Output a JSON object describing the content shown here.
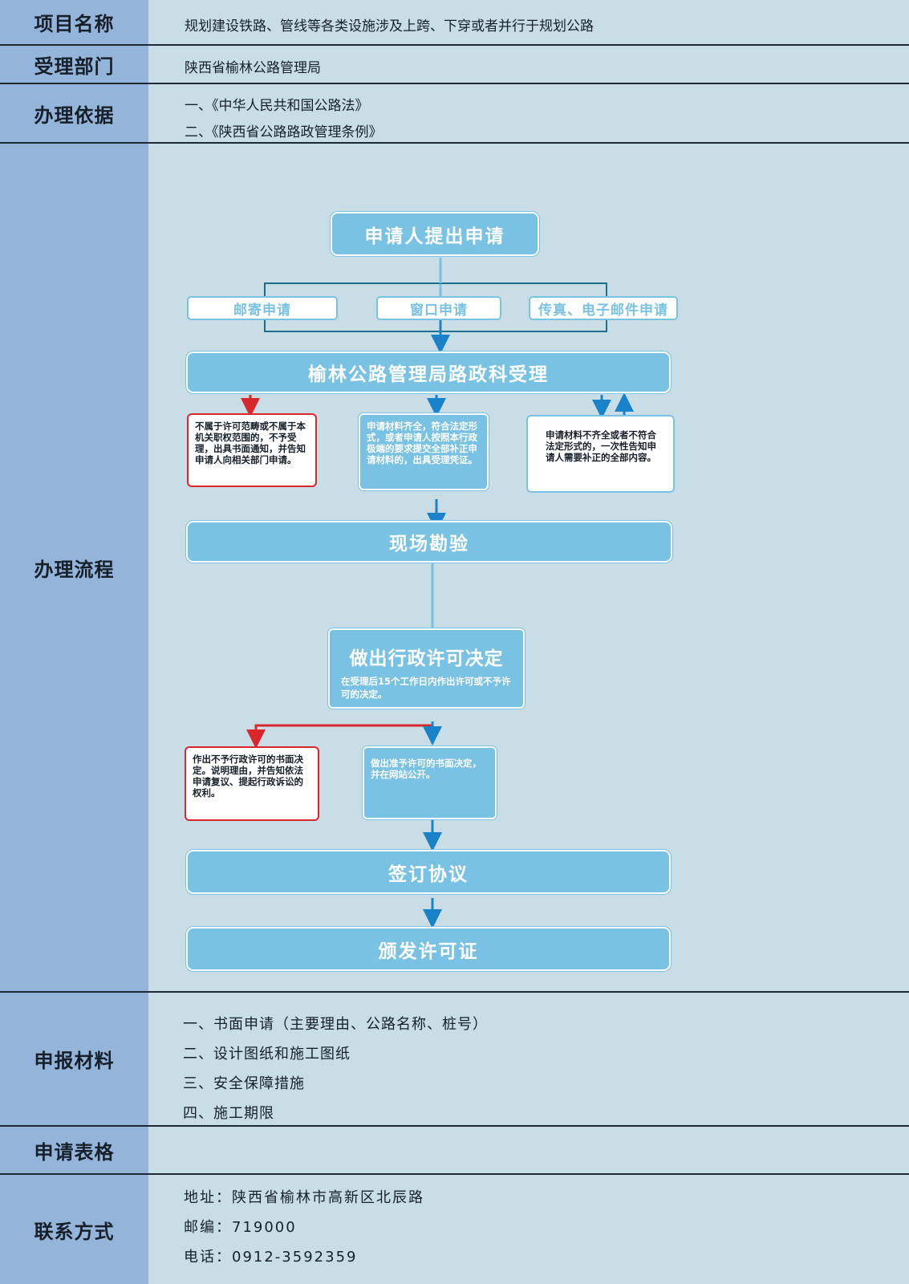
{
  "rows": {
    "project": {
      "label": "项目名称",
      "value": "规划建设铁路、管线等各类设施涉及上跨、下穿或者并行于规划公路"
    },
    "department": {
      "label": "受理部门",
      "value": "陕西省榆林公路管理局"
    },
    "basis": {
      "label": "办理依据",
      "lines": [
        "一、《中华人民共和国公路法》",
        "二、《陕西省公路路政管理条例》"
      ]
    },
    "process": {
      "label": "办理流程"
    },
    "materials": {
      "label": "申报材料",
      "lines": [
        "一、书面申请（主要理由、公路名称、桩号）",
        "二、设计图纸和施工图纸",
        "三、安全保障措施",
        "四、施工期限"
      ]
    },
    "forms": {
      "label": "申请表格"
    },
    "contact": {
      "label": "联系方式",
      "lines": [
        "地址：陕西省榆林市高新区北辰路",
        "邮编：719000",
        "电话：0912-3592359"
      ]
    }
  },
  "flow": {
    "apply": "申请人提出申请",
    "channels": [
      "邮寄申请",
      "窗口申请",
      "传真、电子邮件申请"
    ],
    "accept": "榆林公路管理局路政科受理",
    "reject_note": "不属于许可范畴或不属于本机关职权范围的，不予受理，出具书面通知，并告知申请人向相关部门申请。",
    "accept_note": "申请材料齐全，符合法定形式，或者申请人按照本行政极端的要求提交全部补正申请材料的，出具受理凭证。",
    "supplement_note": "申请材料不齐全或者不符合法定形式的，一次性告知申请人需要补正的全部内容。",
    "inspect": "现场勘验",
    "decision_title": "做出行政许可决定",
    "decision_sub": "在受理后15个工作日内作出许可或不予许可的决定。",
    "deny_note": "作出不予行政许可的书面决定。说明理由，并告知依法申请复议、提起行政诉讼的权利。",
    "grant_note": "做出准予许可的书面决定，并在网站公开。",
    "sign": "签订协议",
    "issue": "颁发许可证"
  },
  "colors": {
    "label_bg": "#94b5d9",
    "content_bg": "#c9dde6",
    "flow_blue": "#79c2e3",
    "arrow_blue": "#1a82c8",
    "arrow_red": "#d9262b",
    "connector": "#1a6f8a"
  }
}
